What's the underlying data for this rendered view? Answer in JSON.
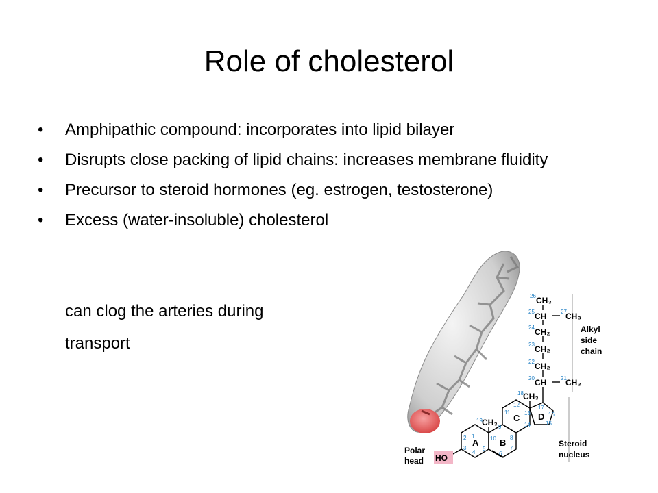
{
  "slide": {
    "title": "Role of cholesterol",
    "bullets": [
      "Amphipathic compound: incorporates into lipid bilayer",
      "Disrupts close packing of lipid chains: increases membrane fluidity",
      "Precursor to steroid hormones (eg. estrogen, testosterone)",
      "Excess (water-insoluble) cholesterol"
    ],
    "continuation": [
      "can clog the arteries during",
      "transport"
    ]
  },
  "figure": {
    "labels": {
      "alkyl": [
        "Alkyl",
        "side",
        "chain"
      ],
      "steroid": [
        "Steroid",
        "nucleus"
      ],
      "polar": [
        "Polar",
        "head"
      ],
      "ho": "HO",
      "rings": [
        "A",
        "B",
        "C",
        "D"
      ]
    },
    "chain": {
      "ch3_26": "CH₃",
      "n26": "26",
      "ch_25": "CH",
      "n25": "25",
      "ch3_27": "CH₃",
      "n27": "27",
      "ch2_24": "CH₂",
      "n24": "24",
      "ch2_23": "CH₂",
      "n23": "23",
      "ch2_22": "CH₂",
      "n22": "22",
      "ch_20": "CH",
      "n20": "20",
      "ch3_21": "CH₃",
      "n21": "21",
      "ch3_18": "CH₃",
      "n18": "18",
      "ch3_19": "CH₃",
      "n19": "19"
    },
    "ring_numbers": [
      "1",
      "2",
      "3",
      "4",
      "5",
      "6",
      "7",
      "8",
      "9",
      "10",
      "11",
      "12",
      "13",
      "14",
      "15",
      "16",
      "17"
    ],
    "colors": {
      "number": "#1f7fc4",
      "ho_highlight": "#f3b6c7",
      "polar_head": "#e05a5a"
    }
  }
}
